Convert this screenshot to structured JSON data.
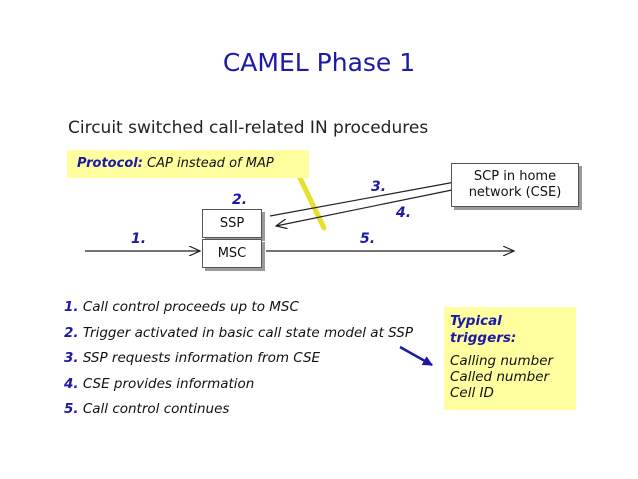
{
  "title": "CAMEL Phase 1",
  "subtitle": "Circuit switched call-related IN procedures",
  "protocol_note": {
    "key": "Protocol:",
    "text": " CAP instead of MAP"
  },
  "nodes": {
    "ssp": "SSP",
    "msc": "MSC",
    "scp_line1": "SCP in home",
    "scp_line2": "network (CSE)"
  },
  "arrow_labels": {
    "a1": "1.",
    "a2": "2.",
    "a3": "3.",
    "a4": "4.",
    "a5": "5."
  },
  "steps": [
    {
      "num": "1.",
      "text": " Call control proceeds up to MSC"
    },
    {
      "num": "2.",
      "text": " Trigger activated in basic call state model at SSP"
    },
    {
      "num": "3.",
      "text": " SSP requests information from CSE"
    },
    {
      "num": "4.",
      "text": " CSE provides information"
    },
    {
      "num": "5.",
      "text": " Call control continues"
    }
  ],
  "triggers": {
    "heading_line1": "Typical",
    "heading_line2": "triggers:",
    "items": [
      "Calling number",
      "Called number",
      "Cell ID"
    ]
  },
  "colors": {
    "heading_blue": "#1a1aa6",
    "note_yellow": "#ffffa0",
    "callout_line": "#e8e030",
    "pointer_arrow": "#1a1aa6"
  }
}
